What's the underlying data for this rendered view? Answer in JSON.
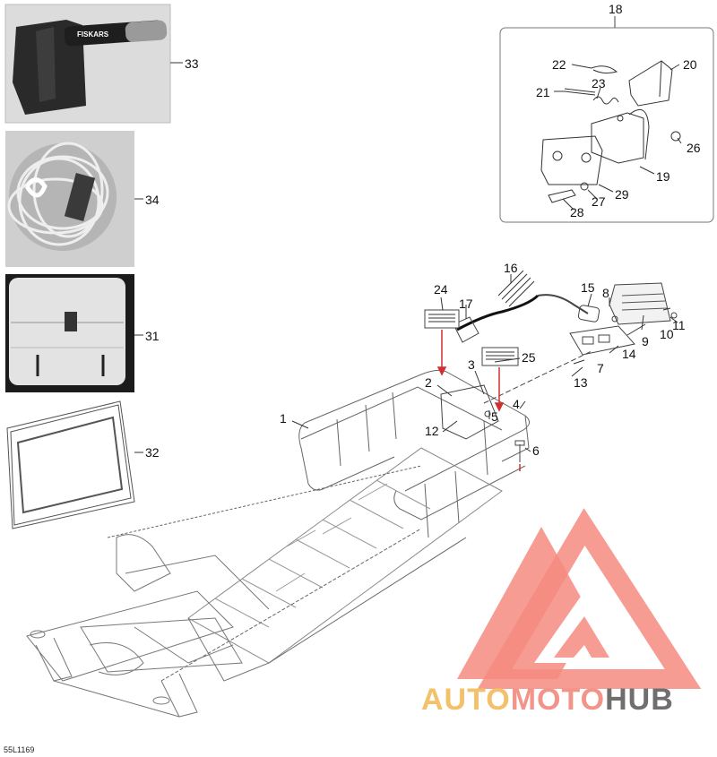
{
  "diagram": {
    "code": "55L1169",
    "callouts": {
      "c1": "1",
      "c2": "2",
      "c3": "3",
      "c4": "4",
      "c5": "5",
      "c6": "6",
      "c7": "7",
      "c8": "8",
      "c9": "9",
      "c10": "10",
      "c11": "11",
      "c12": "12",
      "c13": "13",
      "c14": "14",
      "c15": "15",
      "c16": "16",
      "c17": "17",
      "c18": "18",
      "c19": "19",
      "c20": "20",
      "c21": "21",
      "c22": "22",
      "c23": "23",
      "c24": "24",
      "c25": "25",
      "c26": "26",
      "c27": "27",
      "c28": "28",
      "c29": "29",
      "c31": "31",
      "c32": "32",
      "c33": "33",
      "c34": "34"
    },
    "axe_brand": "FISKARS"
  },
  "watermark": {
    "part1": "AUTO",
    "part2": "MOTO",
    "part3": "HUB",
    "color_yellow": "#f4c16b",
    "color_red": "#f2948a",
    "color_gray": "#6f6f6f"
  }
}
